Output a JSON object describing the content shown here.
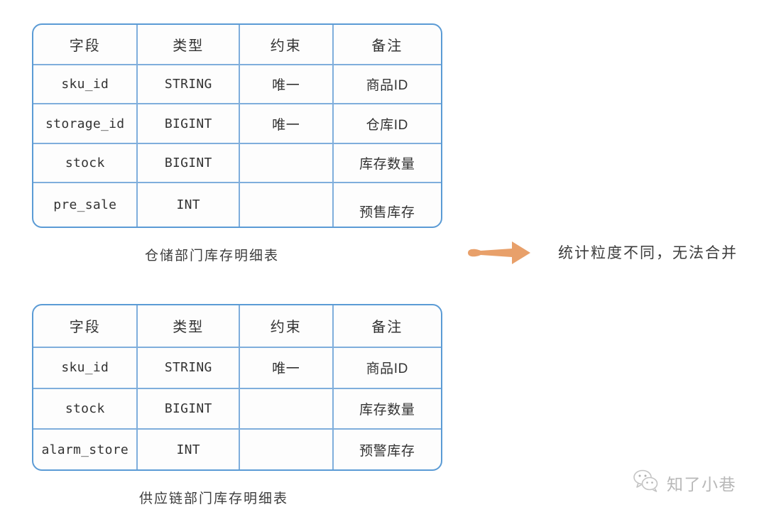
{
  "colors": {
    "table_border": "#5B9BD5",
    "grid_line": "#7FAEDC",
    "arrow": "#E8A06A",
    "text": "#333333",
    "watermark": "#b8b8b8",
    "background": "#ffffff"
  },
  "columns": [
    "字段",
    "类型",
    "约束",
    "备注"
  ],
  "tables": [
    {
      "caption": "仓储部门库存明细表",
      "rows": [
        {
          "field": "sku_id",
          "type": "STRING",
          "constraint": "唯一",
          "note": "商品ID"
        },
        {
          "field": "storage_id",
          "type": "BIGINT",
          "constraint": "唯一",
          "note": "仓库ID"
        },
        {
          "field": "stock",
          "type": "BIGINT",
          "constraint": "",
          "note": "库存数量"
        },
        {
          "field": "pre_sale",
          "type": "INT",
          "constraint": "",
          "note": "预售库存"
        }
      ]
    },
    {
      "caption": "供应链部门库存明细表",
      "rows": [
        {
          "field": "sku_id",
          "type": "STRING",
          "constraint": "唯一",
          "note": "商品ID"
        },
        {
          "field": "stock",
          "type": "BIGINT",
          "constraint": "",
          "note": "库存数量"
        },
        {
          "field": "alarm_store",
          "type": "INT",
          "constraint": "",
          "note": "预警库存"
        }
      ]
    }
  ],
  "annotation": {
    "arrow_icon": "right-arrow-icon",
    "text": "统计粒度不同，无法合并"
  },
  "watermark": {
    "logo_icon": "wechat-logo-icon",
    "text": "知了小巷"
  }
}
